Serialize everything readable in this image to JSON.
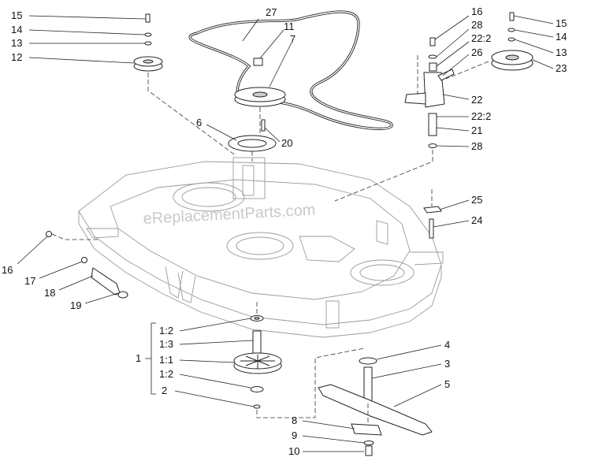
{
  "watermark": "eReplacementParts.com",
  "callouts": [
    {
      "id": "c15l",
      "text": "15"
    },
    {
      "id": "c14l",
      "text": "14"
    },
    {
      "id": "c13l",
      "text": "13"
    },
    {
      "id": "c12",
      "text": "12"
    },
    {
      "id": "c27",
      "text": "27"
    },
    {
      "id": "c11",
      "text": "11"
    },
    {
      "id": "c7",
      "text": "7"
    },
    {
      "id": "c6",
      "text": "6"
    },
    {
      "id": "c20",
      "text": "20"
    },
    {
      "id": "c16r",
      "text": "16"
    },
    {
      "id": "c28t",
      "text": "28"
    },
    {
      "id": "c222t",
      "text": "22:2"
    },
    {
      "id": "c26",
      "text": "26"
    },
    {
      "id": "c22",
      "text": "22"
    },
    {
      "id": "c222b",
      "text": "22:2"
    },
    {
      "id": "c21",
      "text": "21"
    },
    {
      "id": "c28b",
      "text": "28"
    },
    {
      "id": "c15r",
      "text": "15"
    },
    {
      "id": "c14r",
      "text": "14"
    },
    {
      "id": "c13r",
      "text": "13"
    },
    {
      "id": "c23",
      "text": "23"
    },
    {
      "id": "c25",
      "text": "25"
    },
    {
      "id": "c24",
      "text": "24"
    },
    {
      "id": "c16l",
      "text": "16"
    },
    {
      "id": "c17",
      "text": "17"
    },
    {
      "id": "c18",
      "text": "18"
    },
    {
      "id": "c19",
      "text": "19"
    },
    {
      "id": "c1",
      "text": "1"
    },
    {
      "id": "c12a",
      "text": "1:2"
    },
    {
      "id": "c13a",
      "text": "1:3"
    },
    {
      "id": "c11a",
      "text": "1:1"
    },
    {
      "id": "c12b",
      "text": "1:2"
    },
    {
      "id": "c2",
      "text": "2"
    },
    {
      "id": "c4",
      "text": "4"
    },
    {
      "id": "c3",
      "text": "3"
    },
    {
      "id": "c5",
      "text": "5"
    },
    {
      "id": "c8",
      "text": "8"
    },
    {
      "id": "c9",
      "text": "9"
    },
    {
      "id": "c10",
      "text": "10"
    }
  ]
}
